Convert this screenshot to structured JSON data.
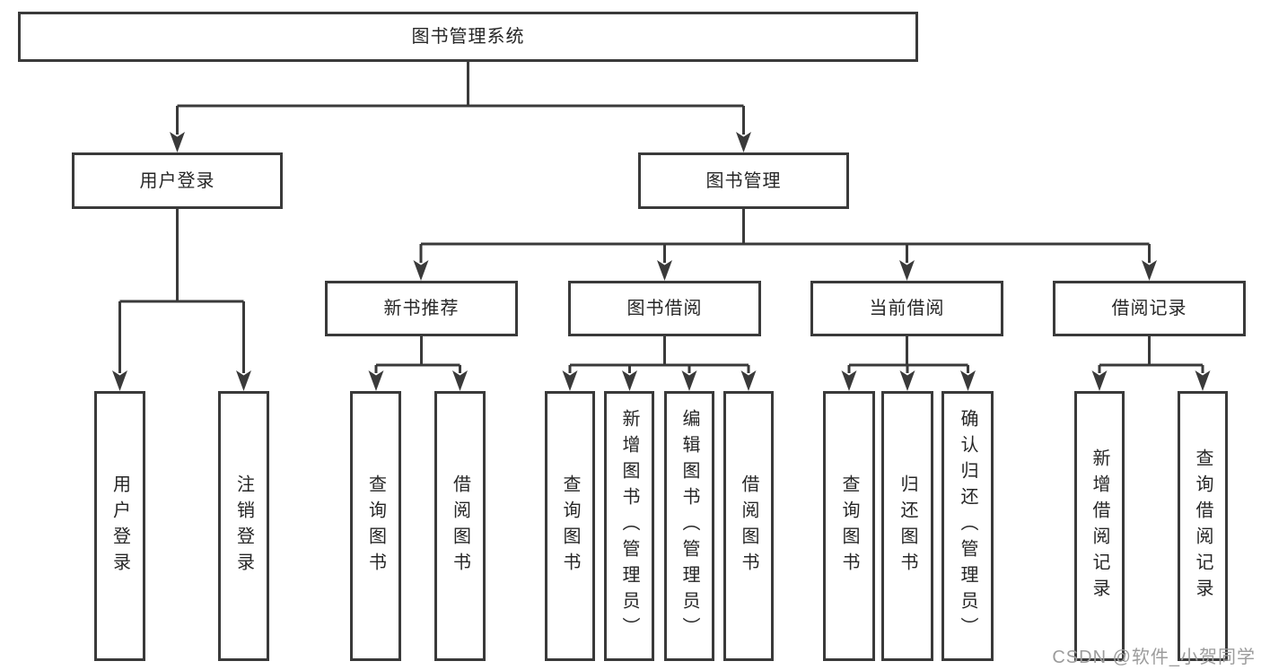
{
  "colors": {
    "line": "#3a3a3a",
    "node_border": "#3a3a3a",
    "node_text": "#262626",
    "watermark_text": "#9c9c9c",
    "background": "#ffffff"
  },
  "diagram": {
    "root": {
      "label": "图书管理系统"
    },
    "branches": [
      {
        "label": "用户登录",
        "leaves": [
          "用户登录",
          "注销登录"
        ]
      },
      {
        "label": "图书管理",
        "children": [
          {
            "label": "新书推荐",
            "leaves": [
              "查询图书",
              "借阅图书"
            ]
          },
          {
            "label": "图书借阅",
            "leaves": [
              "查询图书",
              "新增图书（管理员）",
              "编辑图书（管理员）",
              "借阅图书"
            ]
          },
          {
            "label": "当前借阅",
            "leaves": [
              "查询图书",
              "归还图书",
              "确认归还（管理员）"
            ]
          },
          {
            "label": "借阅记录",
            "leaves": [
              "新增借阅记录",
              "查询借阅记录"
            ]
          }
        ]
      }
    ]
  },
  "watermark": {
    "text": "CSDN @软件_小贺同学"
  }
}
